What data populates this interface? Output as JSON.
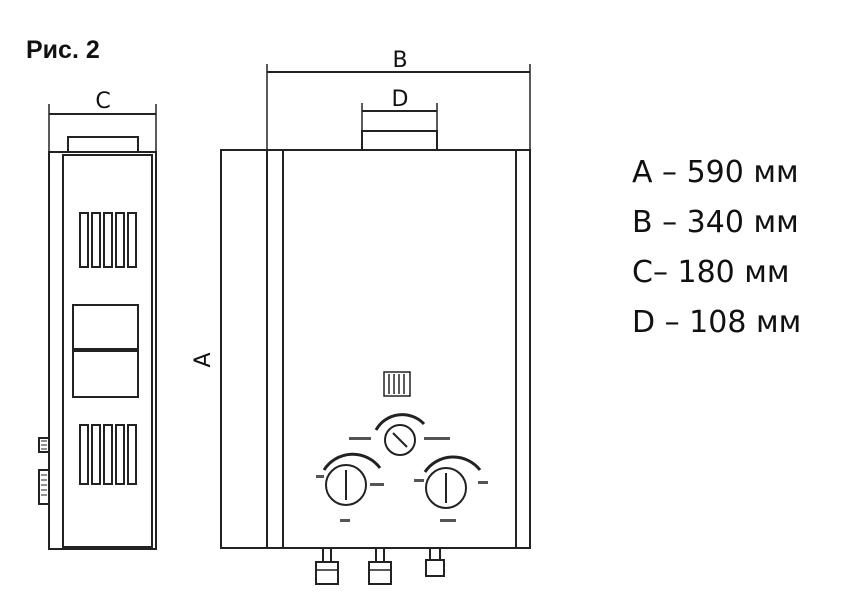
{
  "figure": {
    "title": "Рис. 2"
  },
  "dimension_labels": {
    "a": "A",
    "b": "B",
    "c": "C",
    "d": "D"
  },
  "legend": [
    "A – 590 мм",
    "B – 340 мм",
    "C– 180 мм",
    "D – 108 мм"
  ]
}
